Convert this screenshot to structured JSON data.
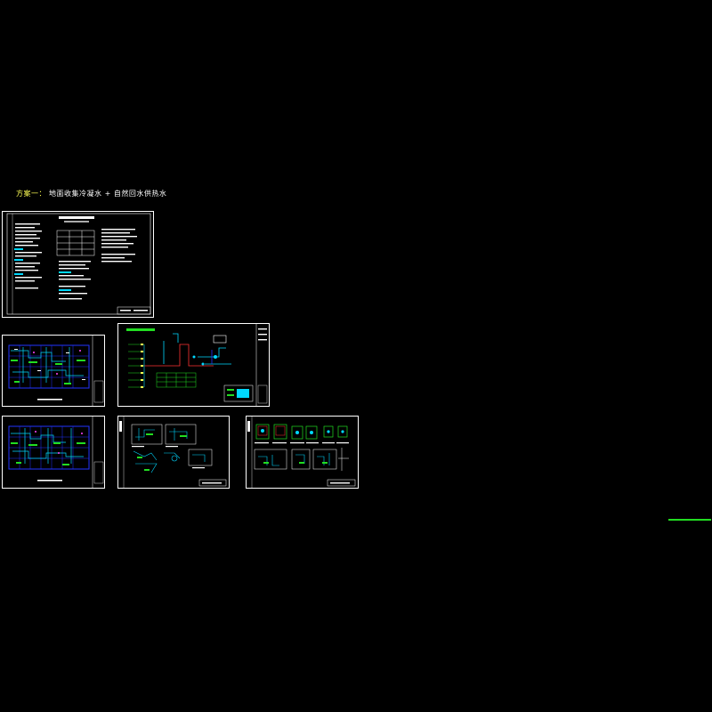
{
  "title": {
    "label": "方案一：",
    "text": "地面收集冷凝水 + 自然回水供热水"
  },
  "sheets": [
    {
      "name": "design-notes-sheet"
    },
    {
      "name": "floor-plan-1-sheet"
    },
    {
      "name": "system-diagram-sheet"
    },
    {
      "name": "floor-plan-2-sheet"
    },
    {
      "name": "detail-drawings-sheet"
    },
    {
      "name": "equipment-details-sheet"
    }
  ],
  "colors": {
    "frame": "#ffffff",
    "cyan": "#00d8ff",
    "green": "#22dd22",
    "red": "#ff3333",
    "blue": "#2233ff",
    "yellow": "#ffff55",
    "magenta": "#ff44ff"
  }
}
